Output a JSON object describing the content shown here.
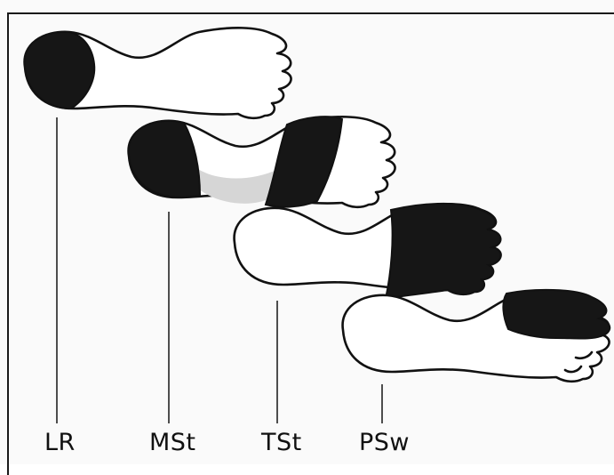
{
  "diagram": {
    "phases": [
      {
        "id": "lr",
        "label": "LR"
      },
      {
        "id": "mst",
        "label": "MSt"
      },
      {
        "id": "tst",
        "label": "TSt"
      },
      {
        "id": "psw",
        "label": "PSw"
      }
    ],
    "colors": {
      "contact_area": "#161616",
      "partial_contact": "#d6d6d6",
      "foot_outline": "#111111",
      "background": "#fafafa"
    }
  }
}
